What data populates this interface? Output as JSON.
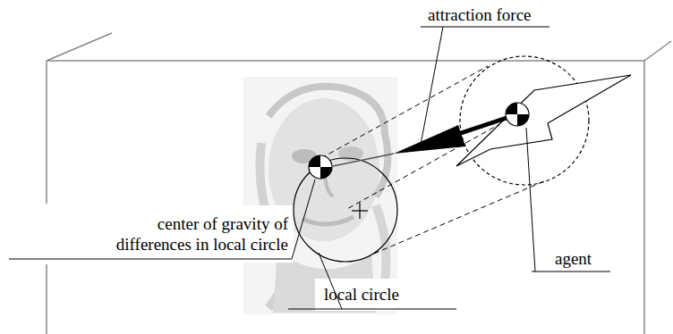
{
  "diagram": {
    "labels": [
      "attraction force",
      "center of gravity of differences in local circle",
      "agent",
      "local circle"
    ]
  }
}
